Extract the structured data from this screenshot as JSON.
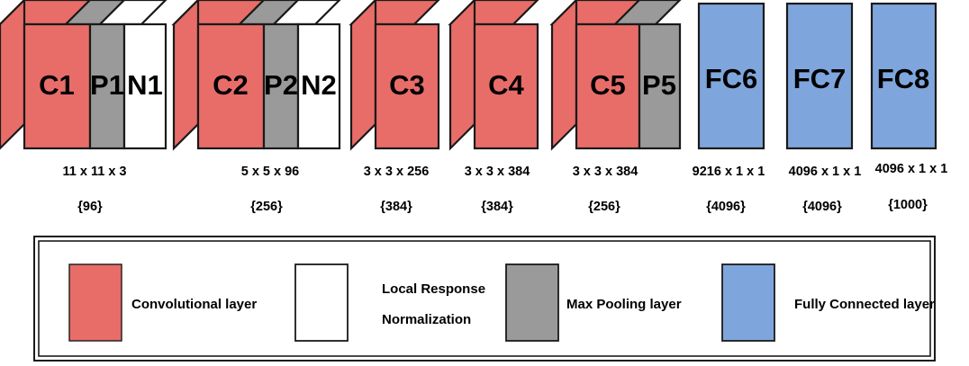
{
  "figure": {
    "type": "diagram",
    "subject": "AlexNet convolutional neural network architecture",
    "background_color": "#ffffff",
    "colors": {
      "convolutional": "#E86D68",
      "normalization": "#FFFFFF",
      "pooling": "#9A9A9A",
      "fully_connected": "#7FA6DC",
      "outline": "#1A1A1A",
      "text": "#000000"
    }
  },
  "blocks": [
    {
      "group_id": "group-1",
      "dimension_label": "11 x 11 x 3",
      "count_label": "{96}",
      "slabs": [
        {
          "label": "C1",
          "kind": "convolutional"
        },
        {
          "label": "P1",
          "kind": "pooling"
        },
        {
          "label": "N1",
          "kind": "normalization"
        }
      ]
    },
    {
      "group_id": "group-2",
      "dimension_label": "5 x 5 x 96",
      "count_label": "{256}",
      "slabs": [
        {
          "label": "C2",
          "kind": "convolutional"
        },
        {
          "label": "P2",
          "kind": "pooling"
        },
        {
          "label": "N2",
          "kind": "normalization"
        }
      ]
    },
    {
      "group_id": "group-3",
      "dimension_label": "3 x 3 x 256",
      "count_label": "{384}",
      "slabs": [
        {
          "label": "C3",
          "kind": "convolutional"
        }
      ]
    },
    {
      "group_id": "group-4",
      "dimension_label": "3 x 3 x 384",
      "count_label": "{384}",
      "slabs": [
        {
          "label": "C4",
          "kind": "convolutional"
        }
      ]
    },
    {
      "group_id": "group-5",
      "dimension_label": "3 x 3 x 384",
      "count_label": "{256}",
      "slabs": [
        {
          "label": "C5",
          "kind": "convolutional"
        },
        {
          "label": "P5",
          "kind": "pooling"
        }
      ]
    },
    {
      "group_id": "group-6",
      "dimension_label": "9216 x 1 x 1",
      "count_label": "{4096}",
      "slabs": [
        {
          "label": "FC6",
          "kind": "fully_connected"
        }
      ]
    },
    {
      "group_id": "group-7",
      "dimension_label": "4096 x 1 x 1",
      "count_label": "{4096}",
      "slabs": [
        {
          "label": "FC7",
          "kind": "fully_connected"
        }
      ]
    },
    {
      "group_id": "group-8",
      "dimension_label": "4096 x 1 x 1",
      "count_label": "{1000}",
      "slabs": [
        {
          "label": "FC8",
          "kind": "fully_connected"
        }
      ]
    }
  ],
  "legend": {
    "items": [
      {
        "swatch_kind": "convolutional",
        "lines": [
          "Convolutional layer"
        ]
      },
      {
        "swatch_kind": "normalization",
        "lines": [
          "Local Response",
          "Normalization"
        ]
      },
      {
        "swatch_kind": "pooling",
        "lines": [
          "Max Pooling layer"
        ]
      },
      {
        "swatch_kind": "fully_connected",
        "lines": [
          "Fully Connected layer"
        ]
      }
    ]
  }
}
